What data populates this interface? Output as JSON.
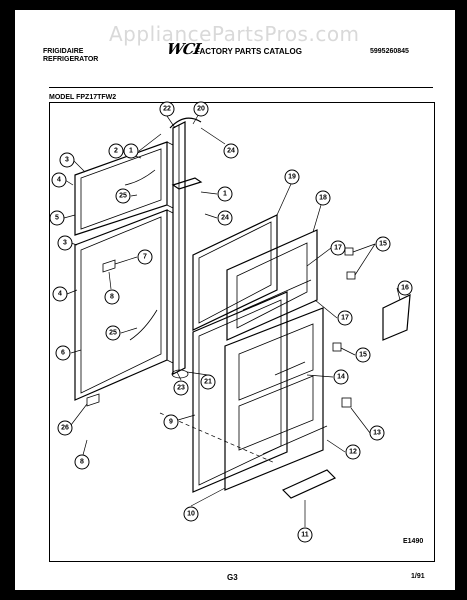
{
  "header": {
    "watermark": "AppliancePartsPros.com",
    "brand": "FRIGIDAIRE",
    "product": "REFRIGERATOR",
    "logo": "WCI",
    "catalog_title": "FACTORY PARTS CATALOG",
    "doc_number": "5995260845",
    "model_label": "MODEL FPZ17TFW2"
  },
  "footer": {
    "figure_ref": "E1490",
    "page": "G3",
    "date": "1/91"
  },
  "callouts": [
    {
      "id": "c1a",
      "label": "1"
    },
    {
      "id": "c22",
      "label": "22"
    },
    {
      "id": "c20",
      "label": "20"
    },
    {
      "id": "c2",
      "label": "2"
    },
    {
      "id": "c24a",
      "label": "24"
    },
    {
      "id": "c3a",
      "label": "3"
    },
    {
      "id": "c4a",
      "label": "4"
    },
    {
      "id": "c25a",
      "label": "25"
    },
    {
      "id": "c5",
      "label": "5"
    },
    {
      "id": "c1b",
      "label": "1"
    },
    {
      "id": "c24b",
      "label": "24"
    },
    {
      "id": "c19",
      "label": "19"
    },
    {
      "id": "c18",
      "label": "18"
    },
    {
      "id": "c3b",
      "label": "3"
    },
    {
      "id": "c7",
      "label": "7"
    },
    {
      "id": "c17a",
      "label": "17"
    },
    {
      "id": "c15a",
      "label": "15"
    },
    {
      "id": "c4b",
      "label": "4"
    },
    {
      "id": "c8a",
      "label": "8"
    },
    {
      "id": "c16",
      "label": "16"
    },
    {
      "id": "c17b",
      "label": "17"
    },
    {
      "id": "c25b",
      "label": "25"
    },
    {
      "id": "c6",
      "label": "6"
    },
    {
      "id": "c15b",
      "label": "15"
    },
    {
      "id": "c23",
      "label": "23"
    },
    {
      "id": "c21",
      "label": "21"
    },
    {
      "id": "c14",
      "label": "14"
    },
    {
      "id": "c9",
      "label": "9"
    },
    {
      "id": "c26",
      "label": "26"
    },
    {
      "id": "c13",
      "label": "13"
    },
    {
      "id": "c8b",
      "label": "8"
    },
    {
      "id": "c12",
      "label": "12"
    },
    {
      "id": "c10",
      "label": "10"
    },
    {
      "id": "c11",
      "label": "11"
    }
  ]
}
